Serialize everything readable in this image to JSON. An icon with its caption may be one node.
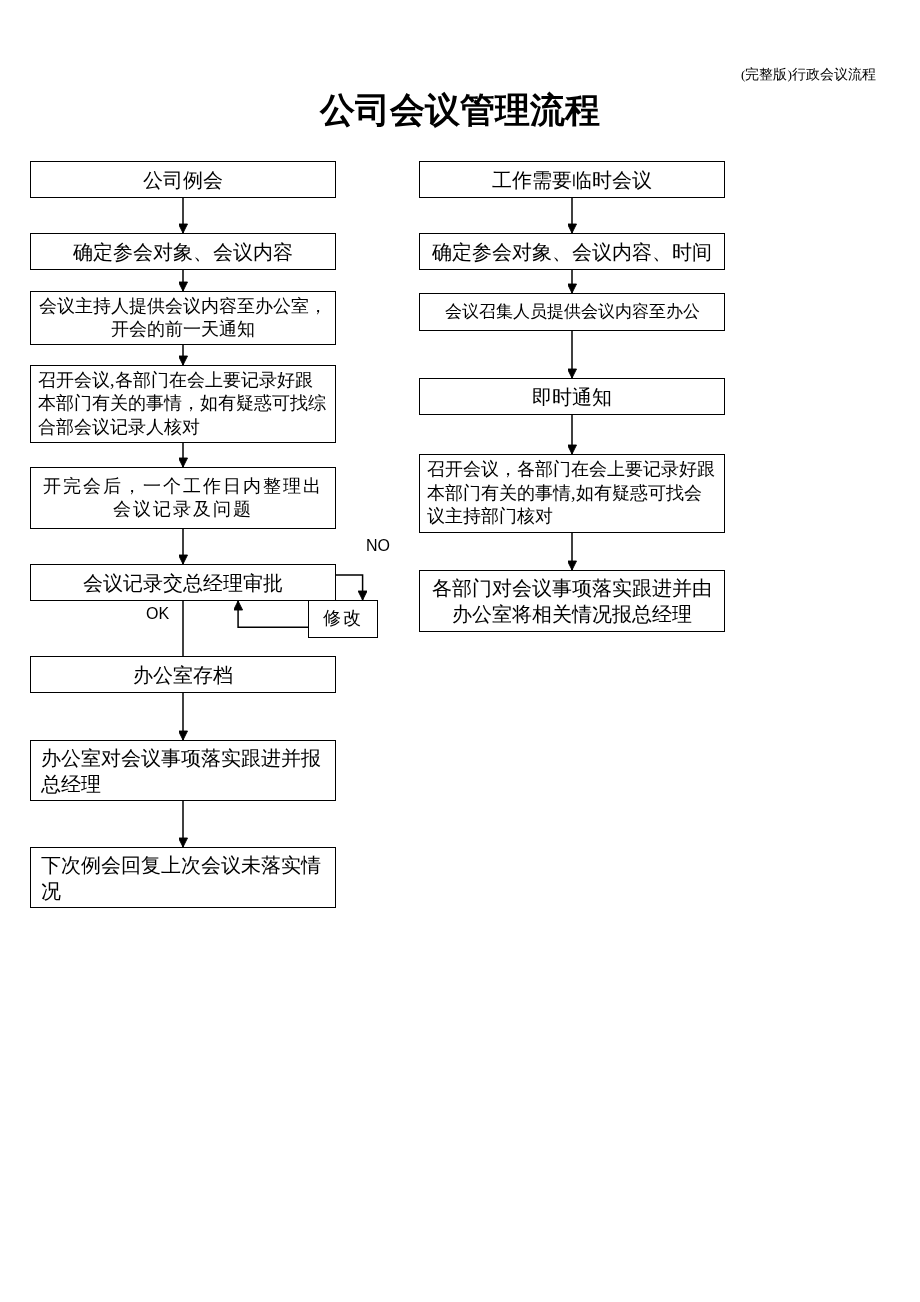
{
  "diagram": {
    "title": "公司会议管理流程",
    "nodes": [
      {
        "text": [
          "公司例会"
        ]
      },
      {
        "text": [
          "确定参会对象、会议内容"
        ]
      },
      {
        "text": [
          "会议主持人提供会议内容至办公室，开会的前一天通知"
        ]
      },
      {
        "text": [
          "召开会议,各部门在会上要记录好跟本部门有关的事情，如有疑惑可找综合部会议记录人核对"
        ]
      },
      {
        "text": [
          "开完会后，一个工作日内整理出会议记录及问题"
        ]
      },
      {
        "text": [
          "会议记录交总经理审批"
        ]
      },
      {
        "text": [
          "修改"
        ]
      },
      {
        "text": [
          "办公室存档"
        ]
      },
      {
        "text": [
          "办公室对会议事项落实跟进并报总经理"
        ]
      },
      {
        "text": [
          "下次例会回复上次会议未落实情况"
        ]
      },
      {
        "text": [
          "工作需要临时会议"
        ]
      },
      {
        "text": [
          "确定参会对象、会议内容、时间"
        ]
      },
      {
        "text": [
          "会议召集人员提供会议内容至办公"
        ]
      },
      {
        "text": [
          "即时通知"
        ]
      },
      {
        "text": [
          "召开会议，各部门在会上要记录好跟本部门有关的事情,如有疑惑可找会议主持部门核对"
        ]
      },
      {
        "text": [
          "各部门对会议事项落实跟进并由办公室将相关情况报总经理"
        ]
      }
    ],
    "edges": [
      {
        "from": 0,
        "to": 1,
        "arrow": "to"
      },
      {
        "from": 1,
        "to": 2,
        "arrow": "to"
      },
      {
        "from": 2,
        "to": 3,
        "arrow": "to"
      },
      {
        "from": 3,
        "to": 4,
        "arrow": "to"
      },
      {
        "from": 4,
        "to": 5,
        "arrow": "to"
      },
      {
        "from": 5,
        "to": 6,
        "arrow": "to",
        "label": "NO"
      },
      {
        "from": 6,
        "to": 5,
        "arrow": "to"
      },
      {
        "from": 5,
        "to": 7,
        "arrow": "none",
        "label": "OK"
      },
      {
        "from": 7,
        "to": 8,
        "arrow": "to"
      },
      {
        "from": 8,
        "to": 9,
        "arrow": "to"
      },
      {
        "from": 10,
        "to": 11,
        "arrow": "to"
      },
      {
        "from": 11,
        "to": 12,
        "arrow": "to"
      },
      {
        "from": 12,
        "to": 13,
        "arrow": "to"
      },
      {
        "from": 13,
        "to": 14,
        "arrow": "to"
      },
      {
        "from": 14,
        "to": 15,
        "arrow": "to"
      }
    ],
    "labels": [
      "(完整版)行政会议流程"
    ]
  }
}
